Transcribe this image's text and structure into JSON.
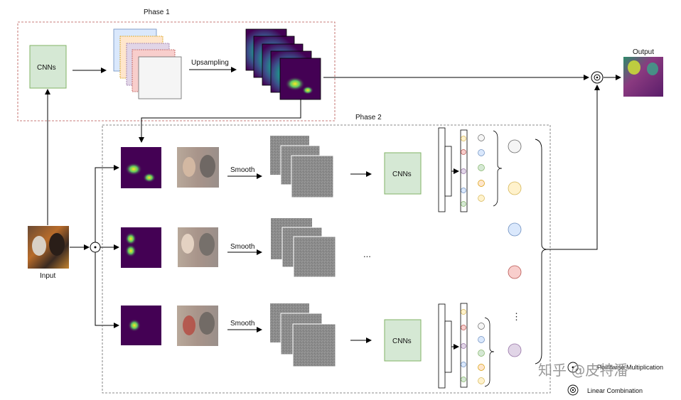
{
  "phase1": {
    "title": "Phase 1",
    "cnn_label": "CNNs",
    "upsampling_label": "Upsampling"
  },
  "phase2": {
    "title": "Phase 2",
    "smooth_label": "Smooth",
    "cnn_label": "CNNs",
    "ellipsis": "...",
    "vertical_ellipsis": "⋮"
  },
  "input_label": "Input",
  "output_label": "Output",
  "legend": {
    "pointwise": "Pointwise Multiplication",
    "linear": "Linear Combination"
  },
  "watermark": "知乎 @皮特潘",
  "colors": {
    "cnn_fill": "#d5e8d4",
    "cnn_stroke": "#82b366",
    "phase1_border": "#b85450",
    "phase2_border": "#666666"
  },
  "icons": {
    "pointwise": "circle-dot-icon",
    "linear": "double-circle-icon"
  }
}
